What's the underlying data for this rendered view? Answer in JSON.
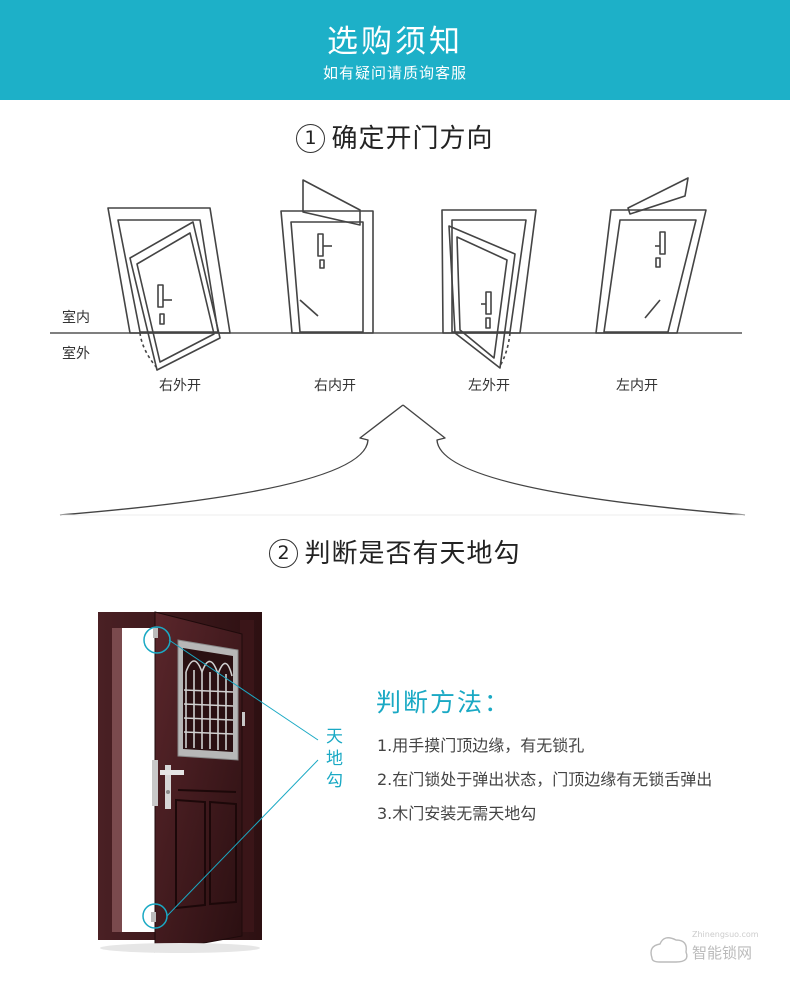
{
  "header": {
    "title": "选购须知",
    "subtitle": "如有疑问请质询客服"
  },
  "section1": {
    "number": "1",
    "title": "确定开门方向"
  },
  "section2": {
    "number": "2",
    "title": "判断是否有天地勾"
  },
  "side_labels": {
    "indoor": "室内",
    "outdoor": "室外"
  },
  "doors": [
    {
      "label": "右外开"
    },
    {
      "label": "右内开"
    },
    {
      "label": "左外开"
    },
    {
      "label": "左内开"
    }
  ],
  "tiandigou_label": "天地勾",
  "method": {
    "title": "判断方法：",
    "items": [
      "1.用手摸门顶边缘，有无锁孔",
      "2.在门锁处于弹出状态，门顶边缘有无锁舌弹出",
      "3.木门安装无需天地勾"
    ]
  },
  "watermark": {
    "brand": "智能锁网",
    "small": "Zhinengsuo.com"
  },
  "colors": {
    "accent": "#1db0c8",
    "door_dark": "#3a1a1c",
    "floor_line": "#555555"
  }
}
